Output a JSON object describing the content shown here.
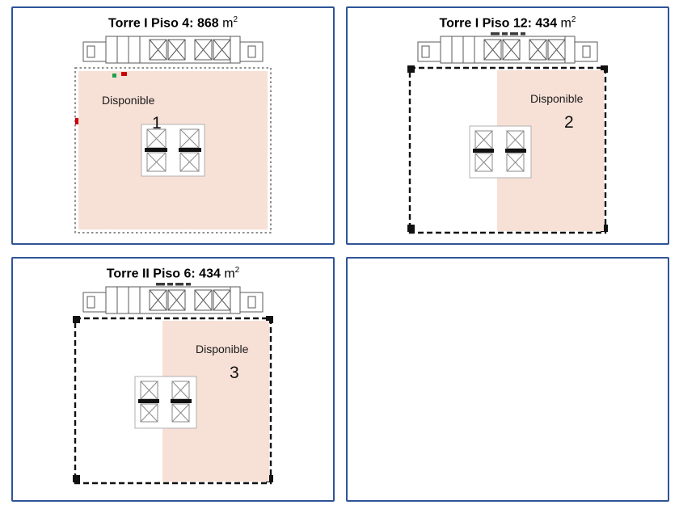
{
  "slide": {
    "background": "#ffffff"
  },
  "colors": {
    "panel_border": "#2F5496",
    "available_fill": "#F7E0D6",
    "marker_green": "#21A14B",
    "marker_red": "#CC0000"
  },
  "panels": [
    {
      "title_bold": "Torre I Piso 4: 868",
      "unit": "m",
      "unit_exponent": "2",
      "available_label": "Disponible",
      "available_number": "1"
    },
    {
      "title_bold": "Torre I Piso 12: 434",
      "unit": "m",
      "unit_exponent": "2",
      "available_label": "Disponible",
      "available_number": "2"
    },
    {
      "title_bold": "Torre II Piso 6: 434",
      "unit": "m",
      "unit_exponent": "2",
      "available_label": "Disponible",
      "available_number": "3"
    }
  ]
}
